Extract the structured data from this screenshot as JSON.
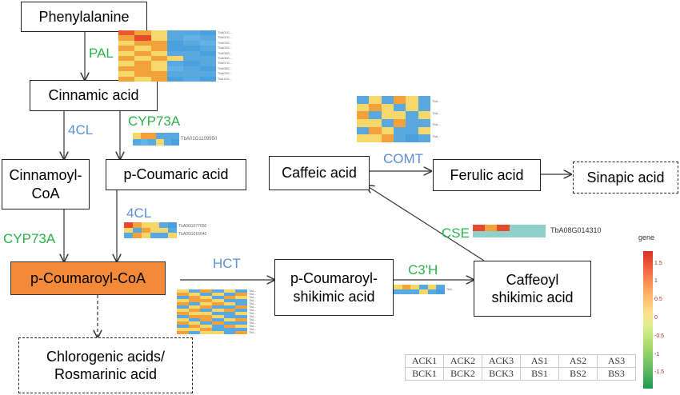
{
  "nodes": {
    "phenylalanine": "Phenylalanine",
    "cinnamic_acid": "Cinnamic acid",
    "cinnamoyl_coa": "Cinnamoyl-\nCoA",
    "p_coumaric_acid": "p-Coumaric acid",
    "p_coumaroyl_coa": "p-Coumaroyl-CoA",
    "chlorogenic": "Chlorogenic acids/\nRosmarinic acid",
    "p_coumaroyl_shikimic": "p-Coumaroyl-\nshikimic acid",
    "caffeic_acid": "Caffeic acid",
    "ferulic_acid": "Ferulic acid",
    "sinapic_acid": "Sinapic acid",
    "caffeoyl_shikimic": "Caffeoyl\nshikimic acid"
  },
  "enzymes": {
    "pal": "PAL",
    "fourcl_1": "4CL",
    "cyp73a_1": "CYP73A",
    "fourcl_2": "4CL",
    "cyp73a_2": "CYP73A",
    "hct": "HCT",
    "c3h": "C3'H",
    "comt": "COMT",
    "cse": "CSE"
  },
  "colors": {
    "enzyme_green": "#2bb34a",
    "enzyme_blue": "#5b8fd6",
    "highlight_orange": "#f28a3a",
    "legend_scale": [
      "#d73027",
      "#f46d43",
      "#fdae61",
      "#fee08b",
      "#d9ef8b",
      "#a6d96a",
      "#66bd63",
      "#1a9850"
    ]
  },
  "heatmaps": {
    "pal": {
      "rows": [
        [
          "#ec5a2c",
          "#f3a13a",
          "#f6d86a",
          "#5aa8e0",
          "#5aa8e0",
          "#4aa0dc"
        ],
        [
          "#f3a13a",
          "#e8492a",
          "#f6d86a",
          "#5aa8e0",
          "#63b3e6",
          "#5aa8e0"
        ],
        [
          "#f6d86a",
          "#f3a13a",
          "#f3a13a",
          "#4aa0dc",
          "#5aa8e0",
          "#63b3e6"
        ],
        [
          "#f3a13a",
          "#f6d86a",
          "#f3a13a",
          "#4aa0dc",
          "#4aa0dc",
          "#5aa8e0"
        ],
        [
          "#f6d86a",
          "#f3a13a",
          "#f6d86a",
          "#5aa8e0",
          "#5aa8e0",
          "#4aa0dc"
        ],
        [
          "#f3a13a",
          "#f6d86a",
          "#f3a13a",
          "#f6d86a",
          "#5aa8e0",
          "#5aa8e0"
        ],
        [
          "#f6d86a",
          "#f3a13a",
          "#f6d86a",
          "#5aa8e0",
          "#4aa0dc",
          "#5aa8e0"
        ],
        [
          "#f3a13a",
          "#f3a13a",
          "#f6d86a",
          "#63b3e6",
          "#5aa8e0",
          "#4aa0dc"
        ],
        [
          "#f6d86a",
          "#f3a13a",
          "#f3a13a",
          "#5aa8e0",
          "#5aa8e0",
          "#5aa8e0"
        ],
        [
          "#f3a13a",
          "#f6d86a",
          "#f3a13a",
          "#4aa0dc",
          "#5aa8e0",
          "#4aa0dc"
        ]
      ],
      "labels": [
        "TbA01G...",
        "TbA02G...",
        "TbA03G...",
        "TbA04G...",
        "TbA05G...",
        "TbA06G...",
        "TbA07G...",
        "TbA08G...",
        "TbA09G...",
        "TbA10G..."
      ]
    },
    "cyp73a": {
      "rows": [
        [
          "#f6d86a",
          "#f3a13a",
          "#f3a13a",
          "#5aa8e0",
          "#5aa8e0",
          "#5aa8e0"
        ],
        [
          "#5aa8e0",
          "#63b3e6",
          "#5aa8e0",
          "#f6d86a",
          "#5aa8e0",
          "#4aa0dc"
        ]
      ],
      "labels": [
        "TbA01G1109950"
      ]
    },
    "fourcl": {
      "rows": [
        [
          "#e8492a",
          "#f3a13a",
          "#f6d86a",
          "#f6d86a",
          "#5aa8e0",
          "#4aa0dc"
        ],
        [
          "#f6d86a",
          "#5aa8e0",
          "#f3a13a",
          "#f6d86a",
          "#f6d86a",
          "#5aa8e0"
        ],
        [
          "#5aa8e0",
          "#f3a13a",
          "#f6d86a",
          "#5aa8e0",
          "#5aa8e0",
          "#f6d86a"
        ]
      ],
      "labels": [
        "TbA06G077650",
        "TbA05G016640"
      ]
    },
    "hct": {
      "rows": [
        [
          "#f6d86a",
          "#5aa8e0",
          "#f3a13a",
          "#5aa8e0",
          "#f6d86a",
          "#5aa8e0"
        ],
        [
          "#f3a13a",
          "#f6d86a",
          "#5aa8e0",
          "#f6d86a",
          "#5aa8e0",
          "#f3a13a"
        ],
        [
          "#5aa8e0",
          "#f3a13a",
          "#f6d86a",
          "#5aa8e0",
          "#f3a13a",
          "#f6d86a"
        ],
        [
          "#f6d86a",
          "#f3a13a",
          "#f3a13a",
          "#f6d86a",
          "#5aa8e0",
          "#5aa8e0"
        ],
        [
          "#f3a13a",
          "#5aa8e0",
          "#f6d86a",
          "#f3a13a",
          "#f6d86a",
          "#5aa8e0"
        ],
        [
          "#5aa8e0",
          "#f6d86a",
          "#f3a13a",
          "#5aa8e0",
          "#5aa8e0",
          "#f3a13a"
        ],
        [
          "#f6d86a",
          "#f3a13a",
          "#5aa8e0",
          "#f6d86a",
          "#f3a13a",
          "#5aa8e0"
        ],
        [
          "#f3a13a",
          "#f6d86a",
          "#f6d86a",
          "#5aa8e0",
          "#5aa8e0",
          "#f6d86a"
        ],
        [
          "#5aa8e0",
          "#f3a13a",
          "#f3a13a",
          "#f6d86a",
          "#5aa8e0",
          "#5aa8e0"
        ],
        [
          "#f6d86a",
          "#5aa8e0",
          "#f3a13a",
          "#5aa8e0",
          "#f6d86a",
          "#f3a13a"
        ],
        [
          "#f3a13a",
          "#f6d86a",
          "#5aa8e0",
          "#f3a13a",
          "#5aa8e0",
          "#5aa8e0"
        ],
        [
          "#5aa8e0",
          "#f3a13a",
          "#f6d86a",
          "#5aa8e0",
          "#f3a13a",
          "#f6d86a"
        ],
        [
          "#f6d86a",
          "#f6d86a",
          "#f3a13a",
          "#5aa8e0",
          "#5aa8e0",
          "#5aa8e0"
        ],
        [
          "#f3a13a",
          "#5aa8e0",
          "#f6d86a",
          "#f6d86a",
          "#5aa8e0",
          "#f3a13a"
        ]
      ],
      "labels": [
        "TbA...",
        "TbA...",
        "TbA...",
        "TbA...",
        "TbA...",
        "TbA...",
        "TbA...",
        "TbA...",
        "TbA...",
        "TbA...",
        "TbA...",
        "TbA...",
        "TbA...",
        "TbA..."
      ]
    },
    "c3h": {
      "rows": [
        [
          "#f6d86a",
          "#f3a13a",
          "#f6d86a",
          "#5aa8e0",
          "#f6d86a",
          "#5aa8e0"
        ],
        [
          "#5aa8e0",
          "#5aa8e0",
          "#5aa8e0",
          "#f6d86a",
          "#5aa8e0",
          "#4aa0dc"
        ]
      ],
      "labels": [
        "TbA..."
      ]
    },
    "comt": {
      "rows": [
        [
          "#5aa8e0",
          "#f6d86a",
          "#5aa8e0",
          "#f3a13a",
          "#f6d86a",
          "#5aa8e0"
        ],
        [
          "#f6d86a",
          "#f3a13a",
          "#f6d86a",
          "#5aa8e0",
          "#f6d86a",
          "#5aa8e0"
        ],
        [
          "#f3a13a",
          "#5aa8e0",
          "#f6d86a",
          "#f6d86a",
          "#5aa8e0",
          "#f6d86a"
        ],
        [
          "#f6d86a",
          "#f6d86a",
          "#5aa8e0",
          "#f3a13a",
          "#5aa8e0",
          "#5aa8e0"
        ],
        [
          "#5aa8e0",
          "#f3a13a",
          "#f6d86a",
          "#5aa8e0",
          "#5aa8e0",
          "#f6d86a"
        ],
        [
          "#f6d86a",
          "#f6d86a",
          "#f3a13a",
          "#5aa8e0",
          "#4aa0dc",
          "#5aa8e0"
        ]
      ],
      "labels": [
        "TbA...",
        "TbA...",
        "TbA...",
        "TbA..."
      ]
    },
    "cse": {
      "rows": [
        [
          "#e8492a",
          "#f3a13a",
          "#e8492a",
          "#8fd0c8",
          "#8fd0c8",
          "#8fd0c8"
        ],
        [
          "#8fd0c8",
          "#8fd0c8",
          "#8fd0c8",
          "#8fd0c8",
          "#8fd0c8",
          "#8fd0c8"
        ]
      ],
      "labels": []
    }
  },
  "cse_gene": "TbA08G014310",
  "legend": {
    "title": "gene",
    "ticks": [
      "1.5",
      "1",
      "0.5",
      "0",
      "-0.5",
      "-1",
      "-1.5"
    ]
  },
  "sample_table": [
    [
      "ACK1",
      "ACK2",
      "ACK3",
      "AS1",
      "AS2",
      "AS3"
    ],
    [
      "BCK1",
      "BCK2",
      "BCK3",
      "BS1",
      "BS2",
      "BS3"
    ]
  ]
}
